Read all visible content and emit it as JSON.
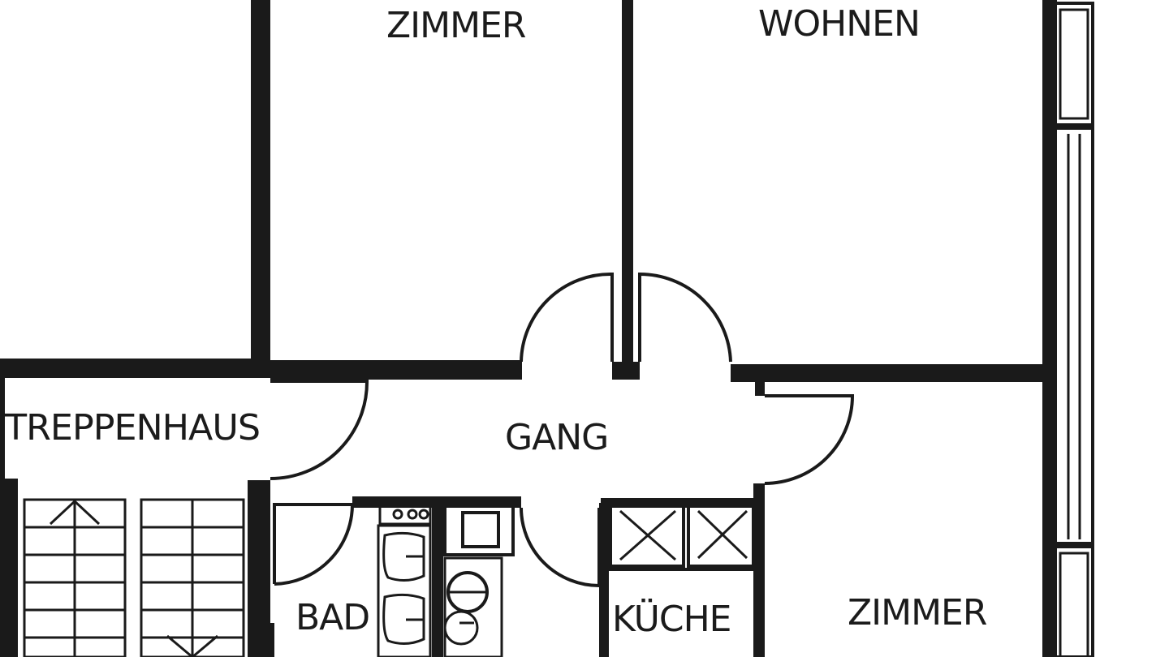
{
  "rooms": {
    "zimmer_top": "ZIMMER",
    "wohnen": "WOHNEN",
    "treppenhaus": "TREPPENHAUS",
    "gang": "GANG",
    "bad": "BAD",
    "kueche": "KÜCHE",
    "zimmer_bottom": "ZIMMER"
  }
}
